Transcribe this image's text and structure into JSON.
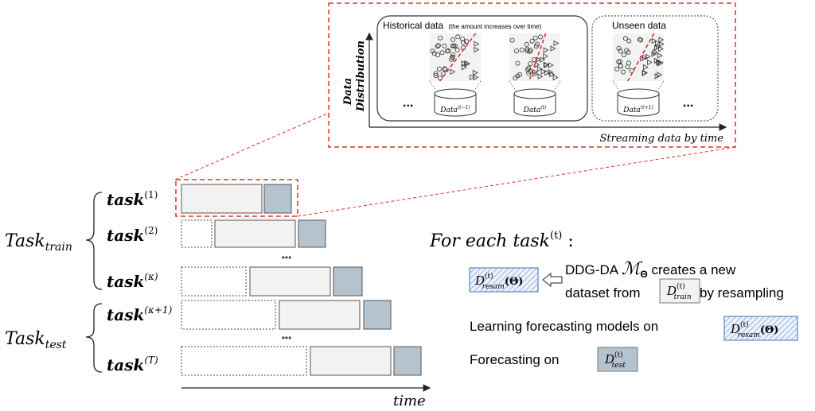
{
  "inset": {
    "historical_title": "Historical data",
    "historical_note": "(the amount increases over time)",
    "unseen_title": "Unseen data",
    "y_axis_line1": "Data",
    "y_axis_line2": "Distribution",
    "x_axis": "Streaming data by time",
    "ellipsis": "...",
    "cyl_base": "Data",
    "cyl1_sup": "(t−1)",
    "cyl2_sup": "(t)",
    "cyl3_sup": "(t+1)"
  },
  "tasks": {
    "train_group_base": "Task",
    "train_group_sub": "train",
    "test_group_base": "Task",
    "test_group_sub": "test",
    "row_base": "task",
    "rows": [
      {
        "sup": "(1)"
      },
      {
        "sup": "(2)"
      },
      {
        "sup": "(κ)"
      },
      {
        "sup": "(κ+1)"
      },
      {
        "sup": "(T)"
      }
    ],
    "dots": "•••",
    "time_label": "time"
  },
  "right": {
    "heading_prefix": "For each ",
    "heading_base": "task",
    "heading_sup": "(t)",
    "heading_suffix": " :",
    "d_base": "D",
    "d_sup": "(t)",
    "resam_sub": "resam",
    "theta_arg": "(Θ)",
    "train_sub": "train",
    "test_sub": "test",
    "line1_a": "DDG-DA ",
    "model_sym": "ℳ",
    "model_sub": "Θ",
    "line1_b": " creates a new",
    "line2_a": "dataset from ",
    "line2_b": " by resampling",
    "line3": "Learning forecasting models on ",
    "line4": "Forecasting on "
  },
  "colors": {
    "train_box": "#f2f2f2",
    "test_box": "#b5c3cf",
    "highlight": "#e0302a",
    "resam_hatch": "#5b86c5"
  }
}
